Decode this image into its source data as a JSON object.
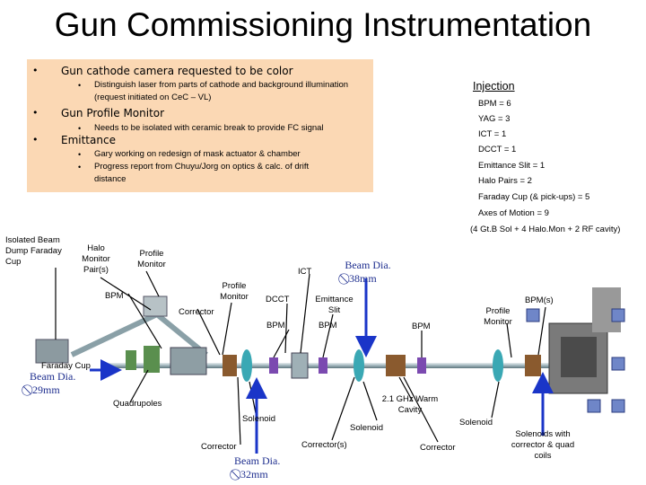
{
  "title": "Gun Commissioning Instrumentation",
  "bullets": [
    {
      "text": "Gun cathode camera requested to be color",
      "sub": [
        "Distinguish laser from parts of cathode and background illumination (request initiated on CeC – VL)"
      ]
    },
    {
      "text": "Gun Profile Monitor",
      "sub": [
        "Needs to be isolated with ceramic break to provide FC signal"
      ]
    },
    {
      "text": "Emittance",
      "sub": [
        "Gary working on redesign of mask actuator & chamber",
        "Progress report from Chuyu/Jorg on optics & calc. of drift distance"
      ]
    }
  ],
  "injection": {
    "heading": "Injection",
    "items": [
      "BPM = 6",
      "YAG = 3",
      "ICT = 1",
      "DCCT = 1",
      "Emittance Slit = 1",
      "Halo Pairs = 2",
      "Faraday Cup (& pick-ups) = 5",
      "Axes of Motion = 9"
    ],
    "note": "(4 Gt.B Sol + 4 Halo.Mon + 2 RF cavity)"
  },
  "labels": {
    "isolated": "Isolated Beam Dump Faraday Cup",
    "halo": "Halo Monitor Pair(s)",
    "profile1": "Profile Monitor",
    "ict": "ICT",
    "beamdia_top": "Beam Dia.",
    "beamdia_top_val": "38mm",
    "bpm1": "BPM",
    "profile2": "Profile Monitor",
    "corrector1": "Corrector",
    "dcct": "DCCT",
    "emittance": "Emittance Slit",
    "bpm2": "BPM",
    "bpm3": "BPM",
    "bpm4": "BPM",
    "profile3": "Profile Monitor",
    "bpms": "BPM(s)",
    "faraday": "Faraday Cup",
    "beamdia_left": "Beam Dia.",
    "beamdia_left_val": "29mm",
    "quadrupoles": "Quadrupoles",
    "solenoid1": "Solenoid",
    "corrector2": "Corrector",
    "beamdia_bottom": "Beam Dia.",
    "beamdia_bottom_val": "32mm",
    "correctors": "Corrector(s)",
    "solenoid2": "Solenoid",
    "warm": "2.1 GHz Warm Cavity",
    "solenoid3": "Solenoid",
    "corrector3": "Corrector",
    "solcorr": "Solenoids with corrector & quad coils"
  },
  "colors": {
    "panel": "#fbd8b4",
    "arrow": "#1a35c8",
    "beamdia": "#1f2f8f",
    "beamline": "#6a8e9a"
  }
}
